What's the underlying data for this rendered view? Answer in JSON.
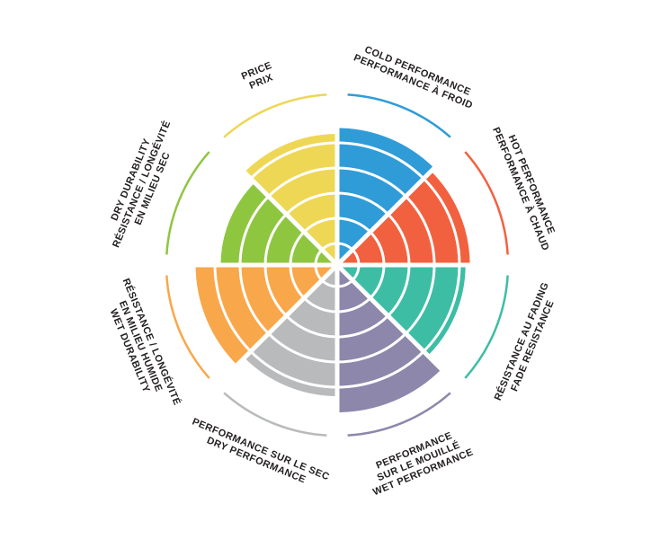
{
  "page": {
    "background": "#ffffff"
  },
  "chart_data": {
    "type": "polar_bar",
    "title": "",
    "description": "Eight-sector performance wheel with bilingual (English/French) category labels",
    "scale": {
      "min": 0,
      "max": 10,
      "rings": 5
    },
    "grid_color": "#ffffff",
    "text_color": "#231f20",
    "sectors": [
      {
        "id": "cold-performance",
        "label_lines": [
          "COLD PERFORMANCE",
          "PERFORMANCE À FROID"
        ],
        "value": 9.3,
        "color": "#2f9cd8"
      },
      {
        "id": "hot-performance",
        "label_lines": [
          "HOT PERFORMANCE",
          "PERFORMANCE À CHAUD"
        ],
        "value": 9.0,
        "color": "#f2613f"
      },
      {
        "id": "fade-resistance",
        "label_lines": [
          "RÉSISTANCE AU FADING",
          "FADE RESISTANCE"
        ],
        "value": 8.7,
        "color": "#3ebda5"
      },
      {
        "id": "wet-performance",
        "label_lines": [
          "PERFORMANCE",
          "SUR LE MOUILLÉ",
          "WET PERFORMANCE"
        ],
        "value": 10,
        "color": "#8d87ab"
      },
      {
        "id": "dry-performance",
        "label_lines": [
          "PERFORMANCE SUR LE SEC",
          "DRY PERFORMANCE"
        ],
        "value": 8.9,
        "color": "#b8babc"
      },
      {
        "id": "wet-durability",
        "label_lines": [
          "RÉSISTANCE / LONGÉVITÉ",
          "EN MILIEU HUMIDE",
          "WET DURABILITY"
        ],
        "value": 9.6,
        "color": "#f9a74b"
      },
      {
        "id": "dry-durability",
        "label_lines": [
          "DRY DURABILITY",
          "RÉSISTANCE / LONGÉVITÉ",
          "EN MILIEU SEC"
        ],
        "value": 7.9,
        "color": "#8fc640"
      },
      {
        "id": "price",
        "label_lines": [
          "PRICE",
          "PRIX"
        ],
        "value": 8.9,
        "color": "#eed755"
      }
    ]
  }
}
